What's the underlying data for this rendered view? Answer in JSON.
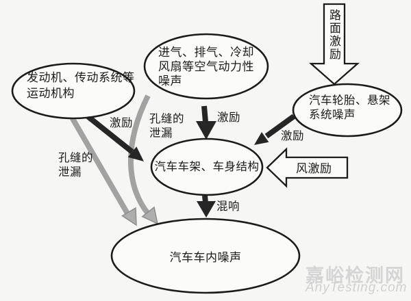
{
  "diagram": {
    "nodes": {
      "engine_system": {
        "text": "发动机、传动系统等\n运动机构"
      },
      "aerodynamic_noise": {
        "text": "进气、排气、冷却\n风扇等空气动力性\n噪声"
      },
      "tire_suspension": {
        "text": "汽车轮胎、悬架\n系统噪声"
      },
      "body_structure": {
        "text": "汽车车架、车身结构"
      },
      "interior_noise": {
        "text": "汽车车内噪声"
      }
    },
    "arrow_labels": {
      "road_excitation": "路面激励",
      "wind_excitation": "风激励",
      "engine_excitation": "激励",
      "aero_excitation": "激励",
      "tire_excitation": "激励",
      "reverberation": "混响",
      "engine_leakage": "孔缝的\n泄漏",
      "aero_leakage": "孔缝的\n泄漏"
    },
    "colors": {
      "background": "#f6f6f4",
      "node_fill": "#fbfbf9",
      "outline": "#1b1b1b",
      "dark_arrow": "#262626",
      "gray_arrow": "#a2a2a2",
      "text": "#1b1b1b",
      "watermark": "#d5d5d5"
    }
  },
  "watermark": {
    "site_name": "嘉峪检测网",
    "site_url": "AnyTesting.com"
  }
}
